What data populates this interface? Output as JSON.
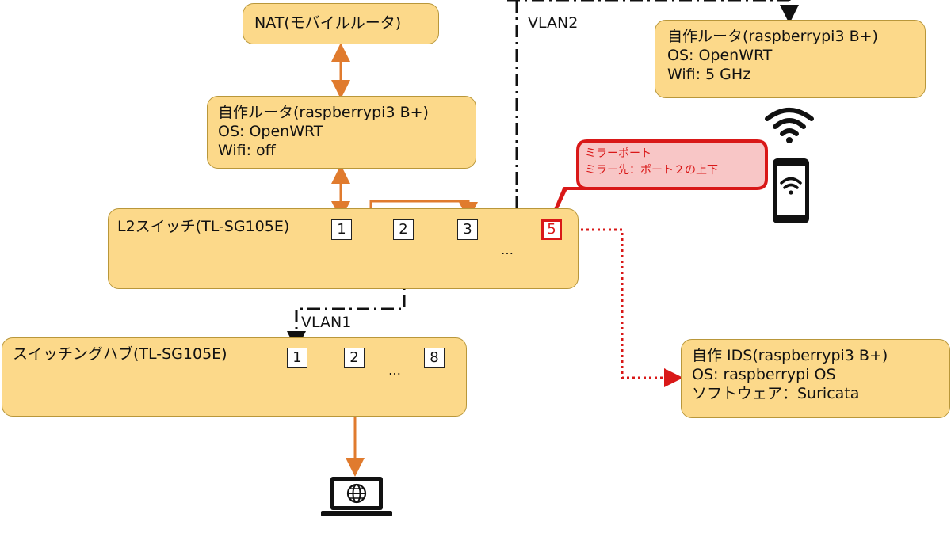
{
  "nodes": {
    "nat": {
      "label": "NAT(モバイルルータ)"
    },
    "router": {
      "lines": [
        "自作ルータ(raspberrypi3 B+)",
        "OS: OpenWRT",
        "Wifi: off"
      ]
    },
    "l2switch": {
      "label": "L2スイッチ(TL-SG105E)",
      "ports": [
        "1",
        "2",
        "3",
        "5"
      ],
      "ellipsis": "…"
    },
    "hub": {
      "label": "スイッチングハブ(TL-SG105E)",
      "ports": [
        "1",
        "2",
        "8"
      ],
      "ellipsis": "…"
    },
    "router2": {
      "lines": [
        "自作ルータ(raspberrypi3 B+)",
        "OS: OpenWRT",
        "Wifi: 5 GHz"
      ]
    },
    "ids": {
      "lines": [
        "自作 IDS(raspberrypi3 B+)",
        "OS: raspberrypi OS",
        "ソフトウェア：Suricata"
      ]
    }
  },
  "callout": {
    "lines": [
      "ミラーポート",
      "ミラー先：ポート２の上下"
    ]
  },
  "links": {
    "vlan1": "VLAN1",
    "vlan2": "VLAN2"
  },
  "icons": {
    "wifi": "wifi-icon",
    "smartphone": "smartphone-icon",
    "laptop": "laptop-icon",
    "globe": "globe-icon"
  },
  "colors": {
    "box_fill": "#fcd98a",
    "box_border": "#b9973a",
    "link_orange": "#e07b2e",
    "mirror_red": "#d91818",
    "vlan_black": "#111111",
    "callout_fill": "#f8c6c6"
  }
}
